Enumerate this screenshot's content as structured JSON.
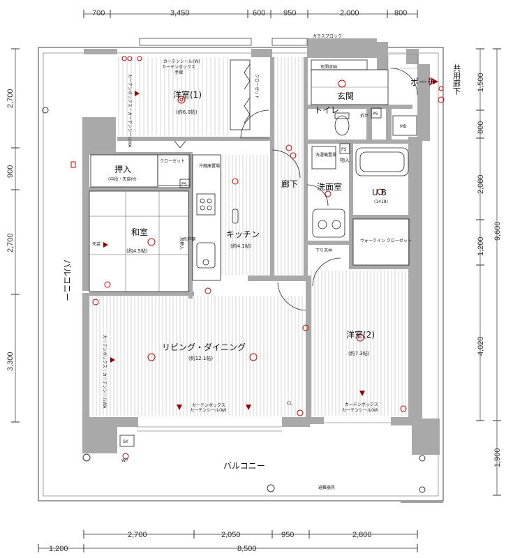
{
  "dimensions": {
    "top": [
      "700",
      "3,450",
      "600",
      "950",
      "2,000",
      "800"
    ],
    "bottom_inner": [
      "2,700",
      "2,050",
      "950",
      "2,800"
    ],
    "bottom_outer": [
      "1,200",
      "8,500"
    ],
    "left": [
      "2,700",
      "900",
      "2,700",
      "3,300"
    ],
    "right_inner": [
      "1,500",
      "800",
      "2,080",
      "1,200",
      "4,020"
    ],
    "right_outer": [
      "9,600",
      "1,900"
    ]
  },
  "rooms": {
    "western1": {
      "name": "洋室(1)",
      "area": "(約6.0帖)"
    },
    "closet1": "クローゼット",
    "closet2": "クローゼット",
    "oshiire": {
      "name": "押入",
      "sub": "(中段・天袋付)"
    },
    "washitsu": {
      "name": "和室",
      "area": "(約4.5帖)",
      "note": "天袋",
      "note2": "吊押入"
    },
    "kitchen": {
      "name": "キッチン",
      "area": "(約4.1帖)"
    },
    "corridor": "廊下",
    "entrance": "玄関",
    "shoe_storage": "玄関収納",
    "toilet": "トイレ",
    "washroom": "洗面室",
    "storage": "物入",
    "ub": {
      "name": "U.B",
      "size": "(1418)"
    },
    "walkin": "ウォークイン\nクローゼット",
    "living": {
      "name": "リビング・ダイニング",
      "area": "(約12.1帖)"
    },
    "western2": {
      "name": "洋室(2)",
      "area": "(約7.3帖)"
    },
    "porch": "ポーチ",
    "common_corridor": "共用廊下",
    "balcony_side": "バルコニー",
    "balcony_bottom": "バルコニー"
  },
  "labels": {
    "glass_block": "ガラスブロック",
    "curtain_top": "カーテンシール(W)",
    "curtain_box_top": "カーテンボックス",
    "curtain_hand": "手摺",
    "curtain_living1": "カーテンボックス",
    "curtain_living2": "カーテンシール(W)",
    "curtain_w2_1": "カーテンボックス",
    "curtain_w2_2": "カーテンシール(W)",
    "vert_curtain1": "カーテンボックス・カーテンシールWA",
    "vert_curtain2": "カーテンボックス・カーテンシールWA",
    "fridge": "冷蔵庫置場",
    "washer": "洗濯機置場",
    "shelf": "吊戸棚",
    "fold_door": "折戸",
    "down_wall": "下り天井",
    "ps": "PS",
    "mb": "MB",
    "handrail_bottom": "避難器具",
    "sk": "SK",
    "wp": "WP",
    "entry_cl": "CL"
  }
}
